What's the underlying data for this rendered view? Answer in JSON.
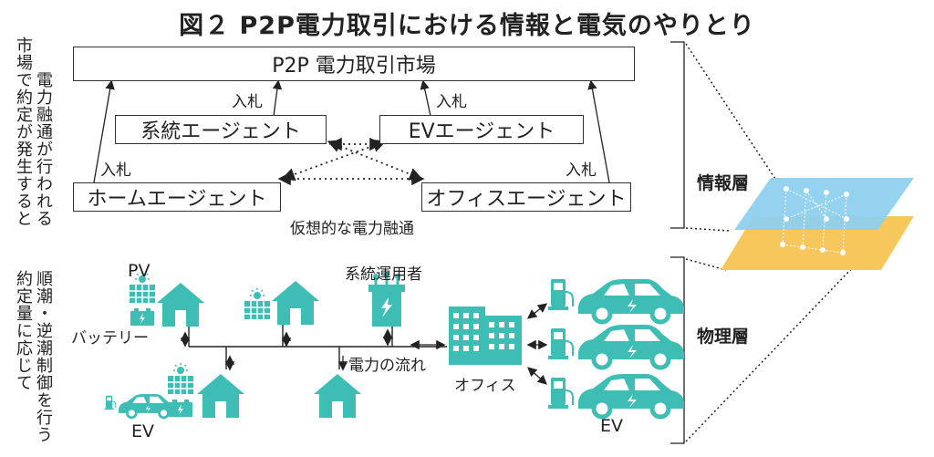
{
  "title": "図２ P2P電力取引における情報と電気のやりとり",
  "info": {
    "market": "P2P 電力取引市場",
    "agents": {
      "grid": "系統エージェント",
      "ev": "EVエージェント",
      "home": "ホームエージェント",
      "office": "オフィスエージェント"
    },
    "bid": "入札",
    "virtual": "仮想的な電力融通",
    "side_text": [
      "市場で約定が発生すると",
      "電力融通が行われる"
    ]
  },
  "physical": {
    "pv": "PV",
    "battery": "バッテリー",
    "operator": "系統運用者",
    "flow": "電力の流れ",
    "office": "オフィス",
    "ev_left": "EV",
    "ev_right": "EV",
    "side_text": [
      "約定量に応じて",
      "順潮・逆潮制御を行う"
    ]
  },
  "layers": {
    "info": "情報層",
    "physical": "物理層"
  },
  "colors": {
    "teal": "#3dbdb3",
    "blue": "#8fd0ee",
    "orange": "#f6c85b"
  }
}
